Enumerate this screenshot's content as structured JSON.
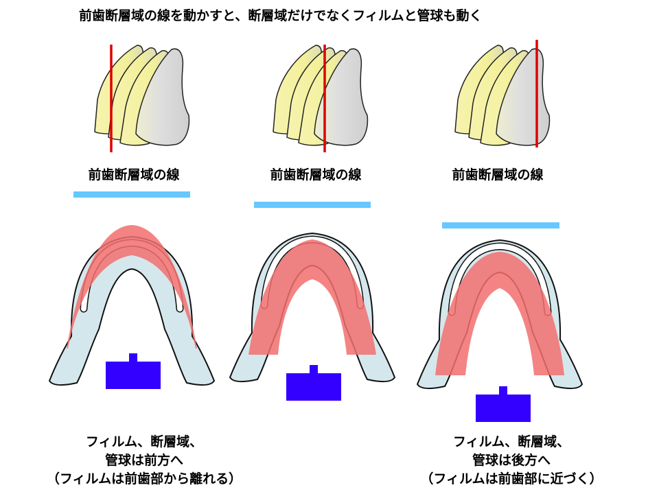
{
  "title": "前歯断層域の線を動かすと、断層域だけでなくフィルムと管球も動く",
  "panels": [
    {
      "label": "前歯断層域の線"
    },
    {
      "label": "前歯断層域の線"
    },
    {
      "label": "前歯断層域の線"
    }
  ],
  "captions": [
    {
      "lines": [
        "フィルム、断層域、",
        "管球は前方へ",
        "（フィルムは前歯部から離れる）"
      ]
    },
    {
      "lines": [
        "フィルム、断層域、",
        "管球は後方へ",
        "（フィルムは前歯部に近づく）"
      ]
    }
  ],
  "colors": {
    "focal_line": "#dd0000",
    "film": "#66c8ff",
    "tube": "#3300ff",
    "focal_trough": "#f26f6f",
    "tooth_yellow": "#f4f1a4",
    "tooth_gray": "#d4d4d4",
    "arch_fill": "#d4e7ec"
  }
}
